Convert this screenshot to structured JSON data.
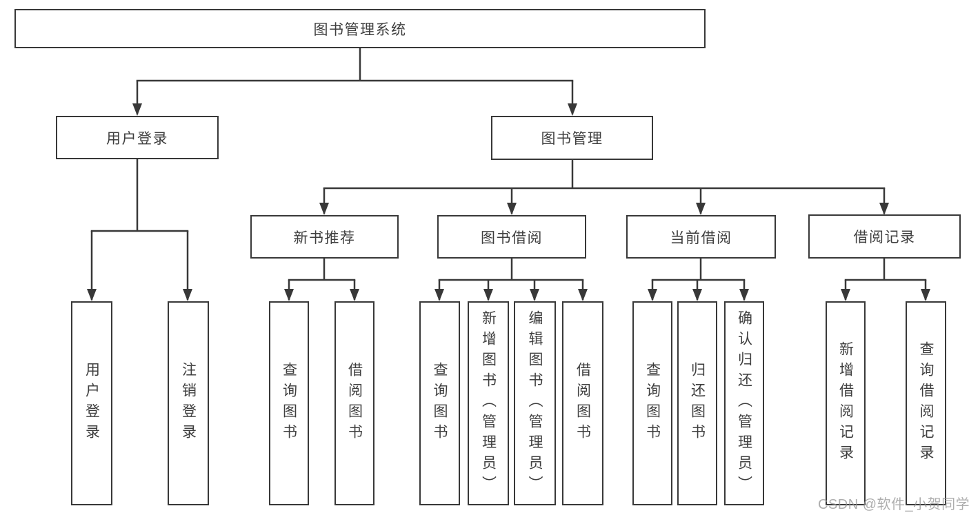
{
  "root": {
    "label": "图书管理系统"
  },
  "level2": [
    {
      "label": "用户登录"
    },
    {
      "label": "图书管理"
    }
  ],
  "level3": [
    {
      "label": "新书推荐"
    },
    {
      "label": "图书借阅"
    },
    {
      "label": "当前借阅"
    },
    {
      "label": "借阅记录"
    }
  ],
  "leaves": {
    "user_login": [
      "用户登录",
      "注销登录"
    ],
    "new_book": [
      "查询图书",
      "借阅图书"
    ],
    "borrow": [
      "查询图书",
      "新增图书（管理员）",
      "编辑图书（管理员）",
      "借阅图书"
    ],
    "current": [
      "查询图书",
      "归还图书",
      "确认归还（管理员）"
    ],
    "records": [
      "新增借阅记录",
      "查询借阅记录"
    ]
  },
  "watermark": "CSDN @软件_小贺同学",
  "colors": {
    "line": "#383838",
    "border": "#383838",
    "text": "#3f3f3f",
    "watermark": "#919191",
    "background": "#ffffff"
  }
}
